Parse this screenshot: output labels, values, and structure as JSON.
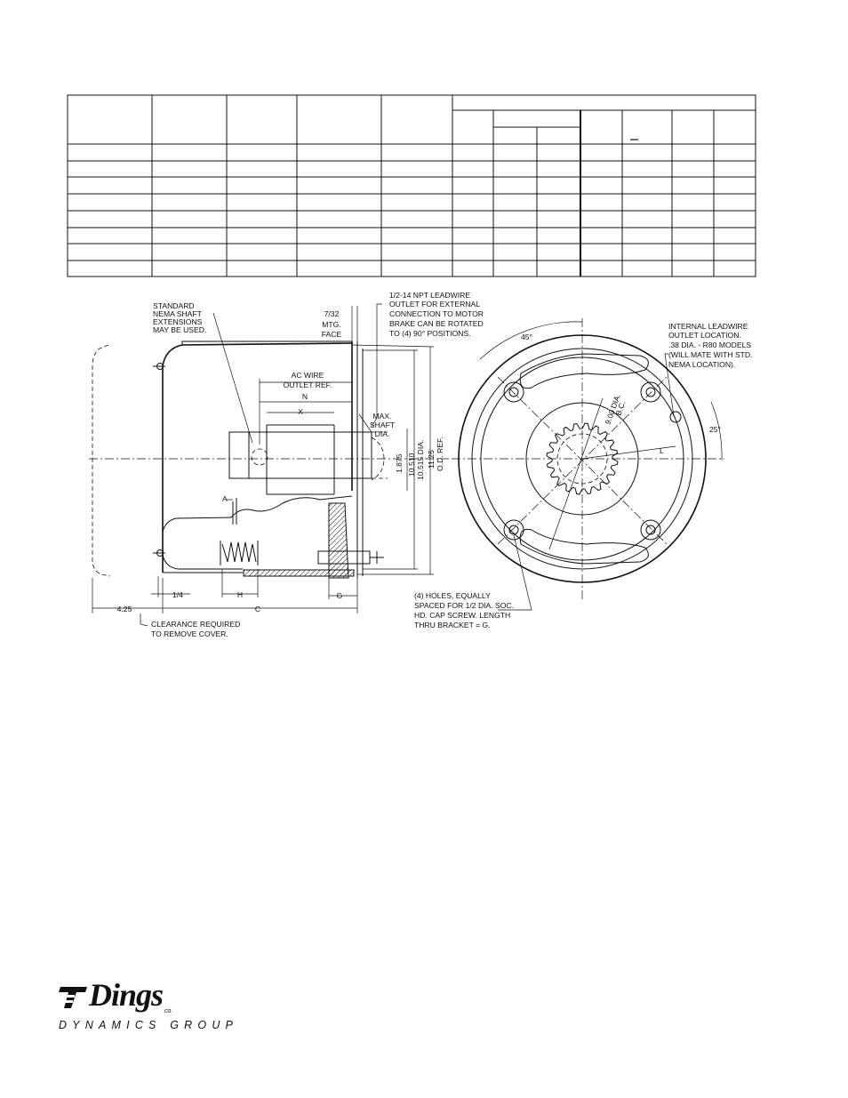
{
  "drawing": {
    "callouts": {
      "shaft_note": [
        "STANDARD",
        "NEMA SHAFT",
        "EXTENSIONS",
        "MAY BE USED."
      ],
      "mtg_face": [
        "7/32",
        "MTG.",
        "FACE"
      ],
      "npt_note": [
        "1/2-14 NPT LEADWIRE",
        "OUTLET FOR EXTERNAL",
        "CONNECTION TO MOTOR",
        "BRAKE CAN BE ROTATED",
        "TO (4) 90° POSITIONS."
      ],
      "internal_note": [
        "INTERNAL LEADWIRE",
        "OUTLET LOCATION.",
        ".38 DIA. - R80 MODELS",
        "(WILL MATE WITH STD.",
        "NEMA LOCATION)."
      ],
      "ac_wire": [
        "AC WIRE",
        "OUTLET REF."
      ],
      "max_shaft": [
        "MAX.",
        "SHAFT",
        "DIA."
      ],
      "holes_note": [
        "(4) HOLES, EQUALLY",
        "SPACED FOR 1/2 DIA. SOC.",
        "HD. CAP SCREW. LENGTH",
        "THRU BRACKET = G."
      ],
      "clearance_note": [
        "CLEARANCE REQUIRED",
        "TO REMOVE COVER."
      ]
    },
    "dims": {
      "n": "N",
      "x": "X",
      "a": "A",
      "h": "H",
      "g": "G",
      "c": "C",
      "l": "L",
      "quarter": "1/4",
      "cover_clear": "4.25",
      "shaft_dia": "1.875",
      "pilot_dia": [
        "10.510",
        "10.515 DIA."
      ],
      "od_ref": [
        "11.25",
        "O.D. REF."
      ],
      "bolt_circle": [
        "9.00 DIA.",
        "B.C."
      ],
      "angle_45": "45°",
      "angle_25": "25°"
    }
  },
  "logo": {
    "name": "Dings",
    "co": "co.",
    "group": "DYNAMICS GROUP"
  }
}
